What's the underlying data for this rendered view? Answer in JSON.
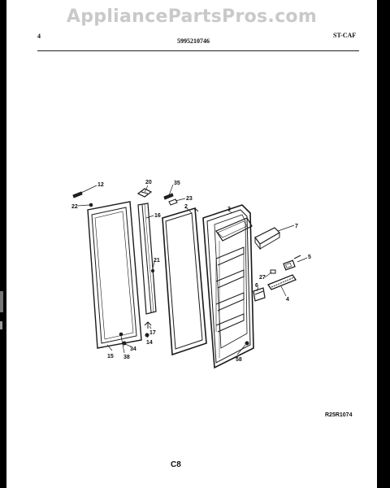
{
  "watermark": "AppliancePartsPros.com",
  "header": {
    "left": "4",
    "center": "5995210746",
    "right": "ST-CAF"
  },
  "callouts": [
    "12",
    "22",
    "20",
    "35",
    "23",
    "16",
    "2",
    "3",
    "21",
    "7",
    "5",
    "27",
    "6",
    "4",
    "17",
    "14",
    "34",
    "38",
    "15",
    "58"
  ],
  "footer": {
    "reference_code": "R25R1074",
    "page_code": "C8"
  }
}
